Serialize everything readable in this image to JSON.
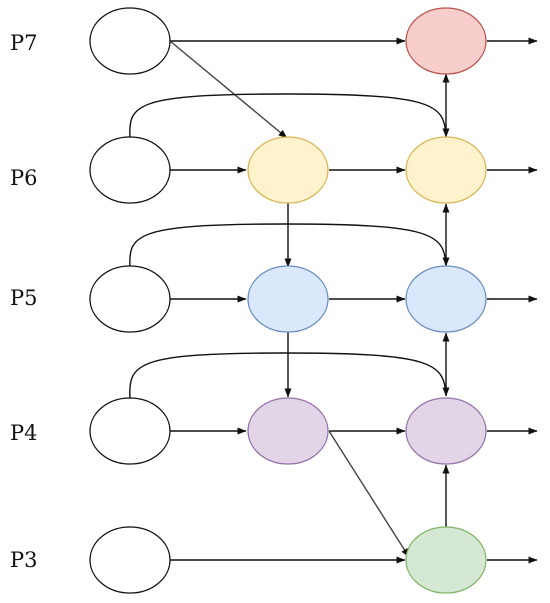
{
  "levels": [
    {
      "key": "p7",
      "label": "P7"
    },
    {
      "key": "p6",
      "label": "P6"
    },
    {
      "key": "p5",
      "label": "P5"
    },
    {
      "key": "p4",
      "label": "P4"
    },
    {
      "key": "p3",
      "label": "P3"
    }
  ],
  "colors": {
    "input_fill": "#ffffff",
    "input_stroke": "#111111",
    "red_fill": "#f8cecc",
    "red_stroke": "#b85450",
    "yellow_fill": "#fff2cc",
    "yellow_stroke": "#d6b656",
    "blue_fill": "#dae8fc",
    "blue_stroke": "#6c8ebf",
    "purple_fill": "#e1d5e7",
    "purple_stroke": "#9673a6",
    "green_fill": "#d5e8d4",
    "green_stroke": "#82b366",
    "edge": "#111111",
    "diagonal_edge": "#444444"
  }
}
